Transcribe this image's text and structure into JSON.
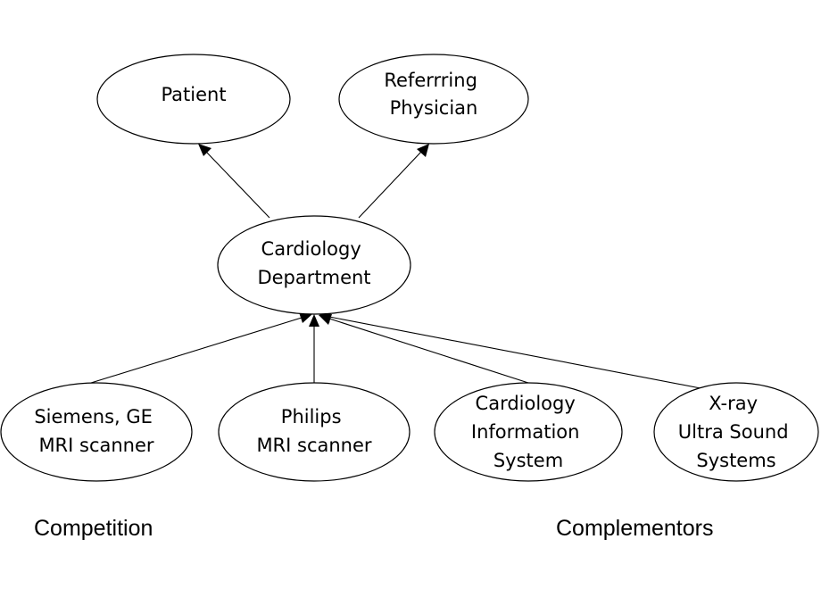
{
  "nodes": {
    "patient": {
      "lines": [
        "Patient"
      ]
    },
    "referring_physician": {
      "lines": [
        "Referrring",
        "Physician"
      ]
    },
    "cardiology_department": {
      "lines": [
        "Cardiology",
        "Department"
      ]
    },
    "siemens_ge": {
      "lines": [
        "Siemens, GE",
        "MRI scanner"
      ]
    },
    "philips": {
      "lines": [
        "Philips",
        "MRI scanner"
      ]
    },
    "cardiology_information_system": {
      "lines": [
        "Cardiology",
        "Information",
        "System"
      ]
    },
    "xray_ultrasound": {
      "lines": [
        "X-ray",
        "Ultra Sound",
        "Systems"
      ]
    }
  },
  "edges": [
    {
      "from": "cardiology_department",
      "to": "patient"
    },
    {
      "from": "cardiology_department",
      "to": "referring_physician"
    },
    {
      "from": "siemens_ge",
      "to": "cardiology_department"
    },
    {
      "from": "philips",
      "to": "cardiology_department"
    },
    {
      "from": "cardiology_information_system",
      "to": "cardiology_department"
    },
    {
      "from": "xray_ultrasound",
      "to": "cardiology_department"
    }
  ],
  "groups": {
    "competition": "Competition",
    "complementors": "Complementors"
  }
}
